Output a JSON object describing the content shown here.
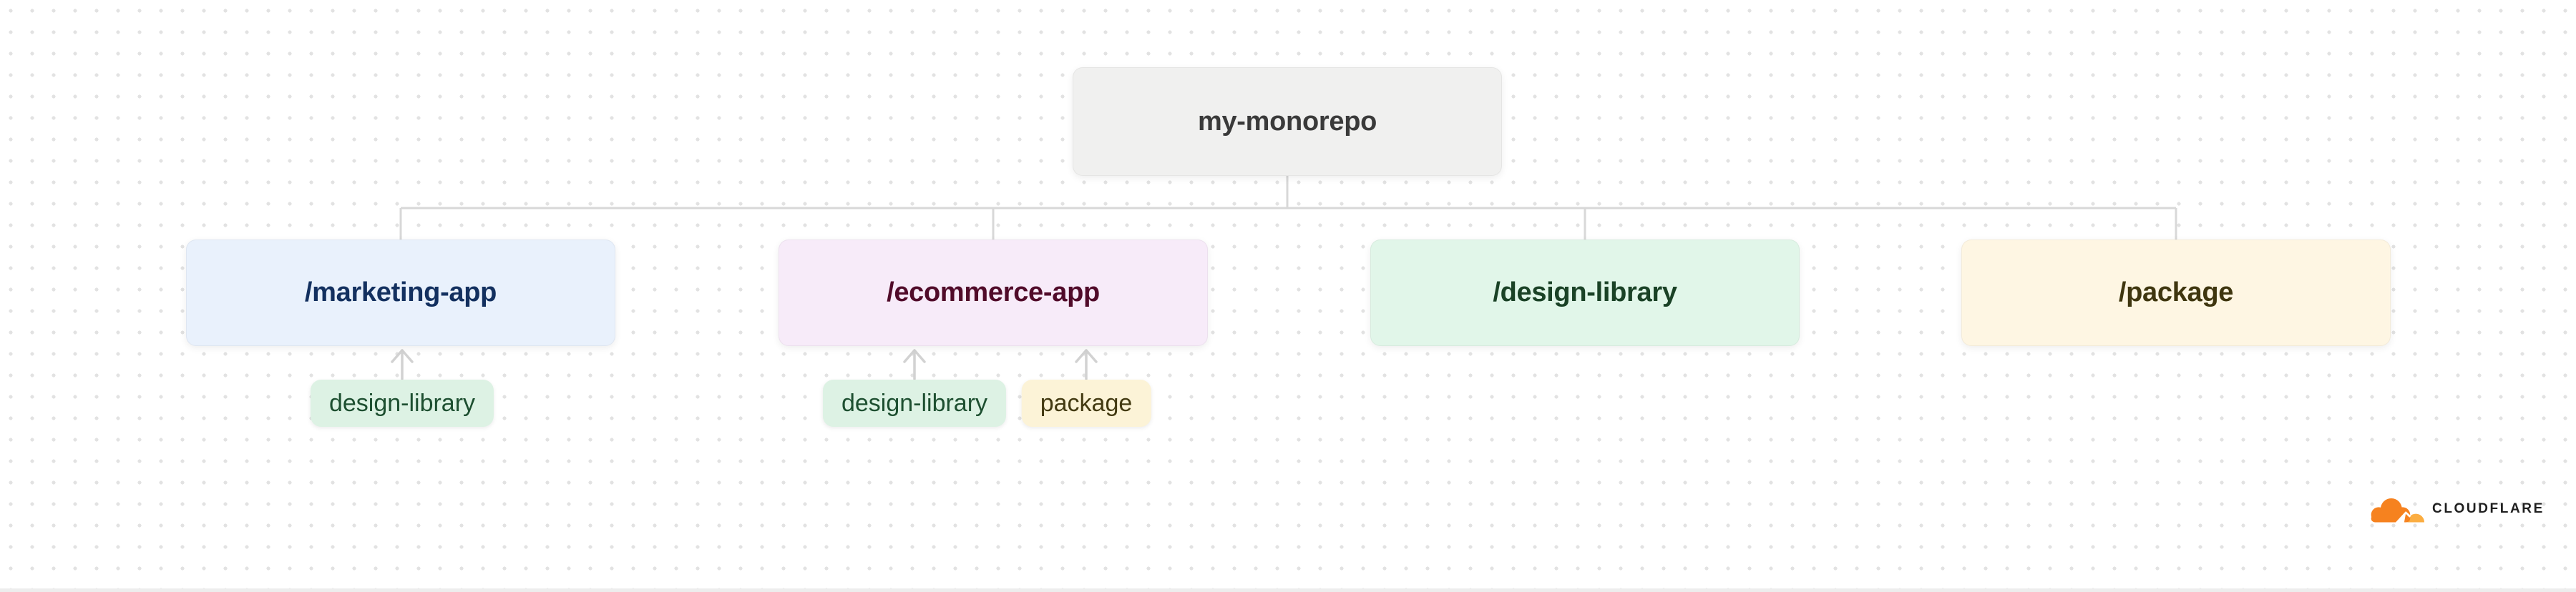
{
  "diagram": {
    "root": {
      "label": "my-monorepo",
      "bg": "#f0f0ef",
      "text_color": "#3a3a3a"
    },
    "children": [
      {
        "label": "/marketing-app",
        "bg": "#e9f1fc",
        "text_color": "#13305f",
        "badges": [
          {
            "label": "design-library",
            "bg": "#ddf2e4",
            "text_color": "#1d4f30"
          }
        ]
      },
      {
        "label": "/ecommerce-app",
        "bg": "#f7ebf9",
        "text_color": "#510b2a",
        "badges": [
          {
            "label": "design-library",
            "bg": "#ddf2e4",
            "text_color": "#1d4f30"
          },
          {
            "label": "package",
            "bg": "#fcf3d7",
            "text_color": "#433a12"
          }
        ]
      },
      {
        "label": "/design-library",
        "bg": "#e1f6e9",
        "text_color": "#1a4226",
        "badges": []
      },
      {
        "label": "/package",
        "bg": "#fef6e3",
        "text_color": "#3f360f",
        "badges": []
      }
    ],
    "connector_color": "#d8d8d8",
    "arrow_color": "#d2d2d2"
  },
  "branding": {
    "wordmark": "CLOUDFLARE",
    "wordmark_color": "#1f1f1f",
    "cloud_color": "#f6821f",
    "cloud_accent_color": "#fbad41"
  }
}
